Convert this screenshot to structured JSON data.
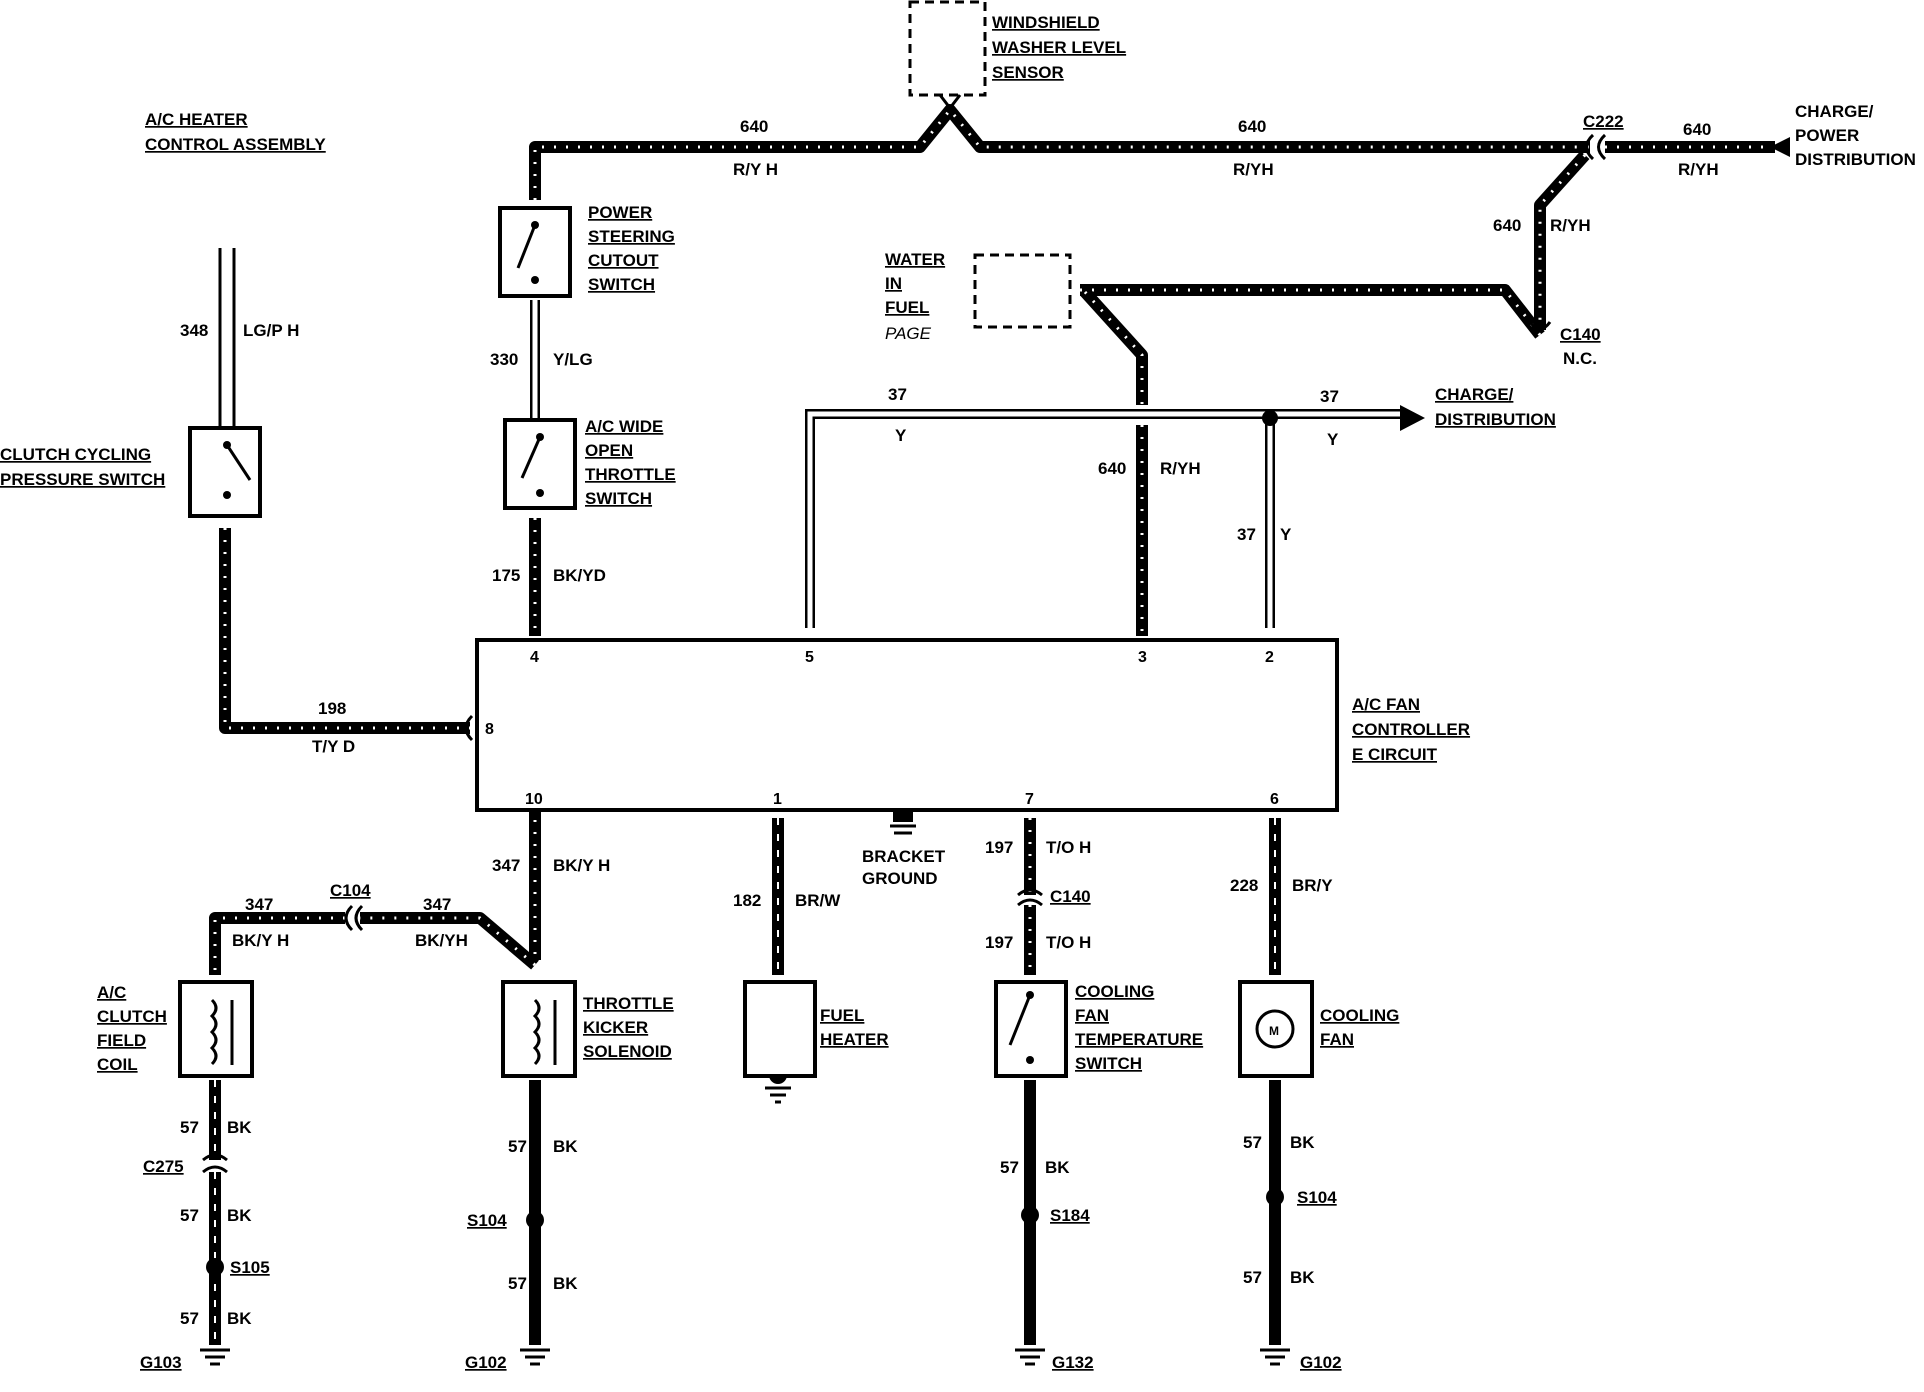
{
  "diagram": {
    "components": {
      "ac_heater_control": [
        "A/C HEATER",
        "CONTROL  ASSEMBLY"
      ],
      "windshield_sensor": [
        "WINDSHIELD",
        "WASHER LEVEL",
        "SENSOR"
      ],
      "charge_power_dist": [
        "CHARGE/",
        "POWER",
        "DISTRIBUTION"
      ],
      "power_steering_switch": [
        "POWER",
        "STEERING",
        "CUTOUT",
        "SWITCH"
      ],
      "water_in_fuel": [
        "WATER",
        "IN",
        "FUEL"
      ],
      "water_in_fuel_page": "PAGE",
      "clutch_cycling_switch": [
        "CLUTCH CYCLING",
        "PRESSURE SWITCH"
      ],
      "ac_wot_switch": [
        "A/C WIDE",
        "OPEN",
        "THROTTLE",
        "SWITCH"
      ],
      "charge_dist": [
        "CHARGE/",
        "DISTRIBUTION"
      ],
      "ac_fan_controller": [
        "A/C FAN",
        "CONTROLLER",
        "E CIRCUIT"
      ],
      "bracket_ground": [
        "BRACKET",
        "GROUND"
      ],
      "ac_clutch_coil": [
        "A/C",
        "CLUTCH",
        "FIELD",
        "COIL"
      ],
      "throttle_kicker": [
        "THROTTLE",
        "KICKER",
        "SOLENOID"
      ],
      "fuel_heater": [
        "FUEL",
        "HEATER"
      ],
      "cooling_fan_temp_switch": [
        "COOLING",
        "FAN",
        "TEMPERATURE",
        "SWITCH"
      ],
      "cooling_fan": [
        "COOLING",
        "FAN"
      ],
      "motor_symbol": "M"
    },
    "connectors": {
      "c222": "C222",
      "c140_top": "C140",
      "c140_nc": "N.C.",
      "c104": "C104",
      "c140_mid": "C140",
      "c275": "C275",
      "s105": "S105",
      "s104_left": "S104",
      "s184": "S184",
      "s104_right": "S104",
      "g103": "G103",
      "g102_left": "G102",
      "g132": "G132",
      "g102_right": "G102"
    },
    "pins": {
      "p4": "4",
      "p5": "5",
      "p3": "3",
      "p2": "2",
      "p8": "8",
      "p10": "10",
      "p1": "1",
      "p7": "7",
      "p6": "6"
    },
    "wires": {
      "w640_left": {
        "circuit": "640",
        "color": "R/Y H"
      },
      "w640_mid": {
        "circuit": "640",
        "color": "R/YH"
      },
      "w640_right": {
        "circuit": "640",
        "color": "R/YH"
      },
      "w640_down": {
        "circuit": "640",
        "color": "R/YH"
      },
      "w640_ctrl": {
        "circuit": "640",
        "color": "R/YH"
      },
      "w348": {
        "circuit": "348",
        "color": "LG/P H"
      },
      "w330": {
        "circuit": "330",
        "color": "Y/LG"
      },
      "w37_top": {
        "circuit": "37",
        "color": "Y"
      },
      "w37_right": {
        "circuit": "37",
        "color": "Y"
      },
      "w37_down": {
        "circuit": "37",
        "color": "Y"
      },
      "w175": {
        "circuit": "175",
        "color": "BK/YD"
      },
      "w198": {
        "circuit": "198",
        "color": "T/Y D"
      },
      "w347_ctrl": {
        "circuit": "347",
        "color": "BK/Y H"
      },
      "w347_left": {
        "circuit": "347",
        "color": "BK/Y H"
      },
      "w347_mid": {
        "circuit": "347",
        "color": "BK/YH"
      },
      "w182": {
        "circuit": "182",
        "color": "BR/W"
      },
      "w197_top": {
        "circuit": "197",
        "color": "T/O H"
      },
      "w197_bot": {
        "circuit": "197",
        "color": "T/O H"
      },
      "w228": {
        "circuit": "228",
        "color": "BR/Y"
      },
      "w57_a": {
        "circuit": "57",
        "color": "BK"
      },
      "w57_b": {
        "circuit": "57",
        "color": "BK"
      },
      "w57_c": {
        "circuit": "57",
        "color": "BK"
      },
      "w57_d": {
        "circuit": "57",
        "color": "BK"
      },
      "w57_e": {
        "circuit": "57",
        "color": "BK"
      },
      "w57_f": {
        "circuit": "57",
        "color": "BK"
      },
      "w57_g": {
        "circuit": "57",
        "color": "BK"
      },
      "w57_h": {
        "circuit": "57",
        "color": "BK"
      }
    }
  }
}
